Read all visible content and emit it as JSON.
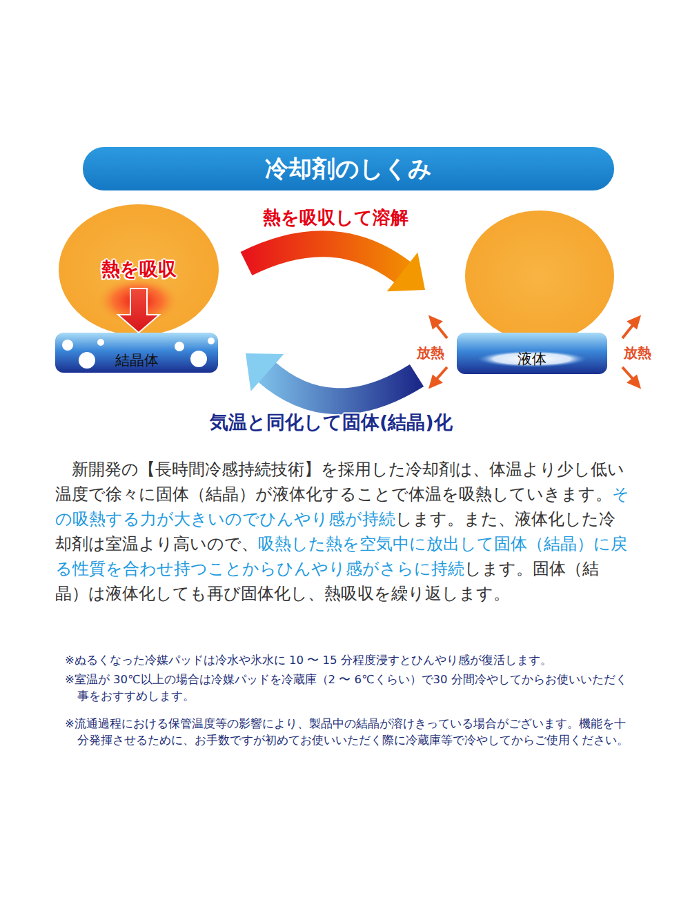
{
  "diagram": {
    "title": "冷却剤のしくみ",
    "nodes": [
      {
        "text": [
          "熱を吸収"
        ]
      },
      {
        "text": [
          "結晶体"
        ]
      },
      {
        "text": [
          "液体"
        ]
      }
    ],
    "edges": [
      {
        "from": 0,
        "to": 2,
        "arrow": "to",
        "label": "熱を吸収して溶解"
      },
      {
        "from": 2,
        "to": 1,
        "arrow": "to",
        "label": "気温と同化して固体(結晶)化"
      }
    ],
    "labels": [
      "放熱",
      "放熱",
      "新開発の【長時間冷感持続技術】を採用した冷却剤は、体温より少し低い温度で徐々に固体（結晶）が液体化することで体温を吸熱していきます。",
      "その吸熱する力が大きいのでひんやり感が持続",
      "します。また、液体化した冷却剤は室温より高いので、",
      "吸熱した熱を空気中に放出して固体（結晶）に戻る性質を合わせ持つことからひんやり感がさらに持続",
      "します。固体（結晶）は液体化しても再び固体化し、熱吸収を繰り返します。",
      "※ぬるくなった冷媒パッドは冷水や氷水に 10 〜 15 分程度浸すとひんやり感が復活します。",
      "※室温が 30℃以上の場合は冷媒パッドを冷蔵庫（2 〜 6℃くらい）で30 分間冷やしてからお使いいただく事をおすすめします。",
      "※流通過程における保管温度等の影響により、製品中の結晶が溶けきっている場合がございます。機能を十分発揮させるために、お手数ですが初めてお使いいただく際に冷蔵庫等で冷やしてからご使用ください。"
    ]
  }
}
